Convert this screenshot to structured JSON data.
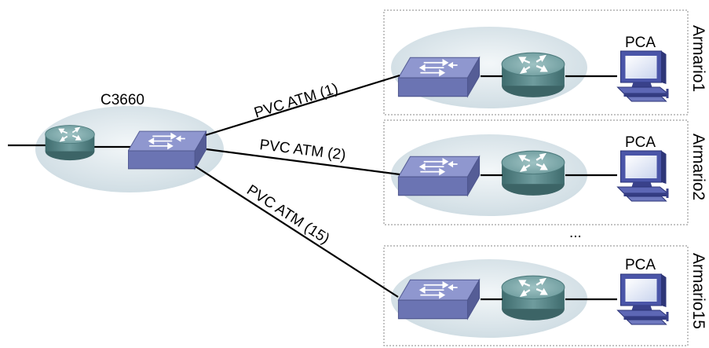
{
  "core_router": {
    "label": "C3660"
  },
  "links": [
    {
      "label": "PVC ATM (1)"
    },
    {
      "label": "PVC ATM (2)"
    },
    {
      "label": "PVC ATM (15)"
    }
  ],
  "cabinets": [
    {
      "label": "Armario1",
      "pc_label": "PCA"
    },
    {
      "label": "Armario2",
      "pc_label": "PCA"
    },
    {
      "label": "Armario15",
      "pc_label": "PCA"
    }
  ],
  "ellipsis": "...",
  "colors": {
    "switch": "#6f79b6",
    "router": "#5a8a8c",
    "cloud": "#dde7ec",
    "box_border": "#8a8a8a"
  },
  "icons": [
    "router-icon",
    "atm-switch-icon",
    "pc-icon",
    "cloud-icon"
  ]
}
